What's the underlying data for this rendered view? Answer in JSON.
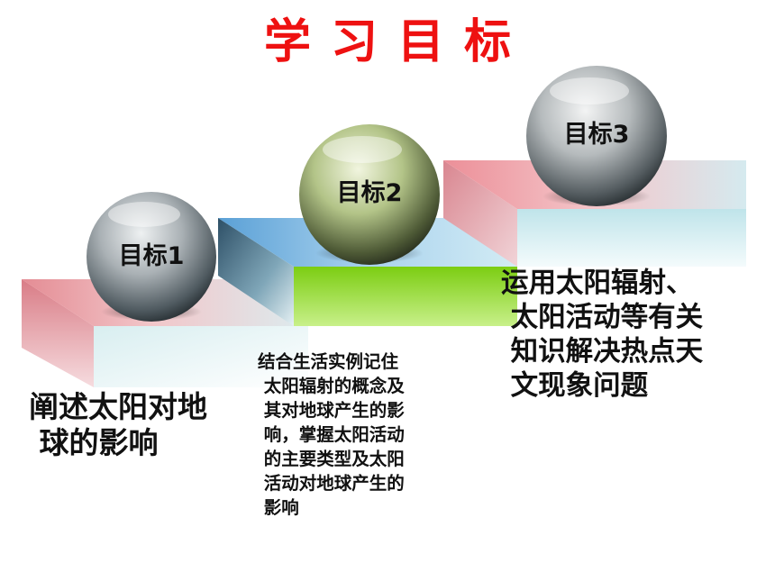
{
  "title": {
    "text": "学习目标",
    "color": "#ee1111"
  },
  "goals": [
    {
      "label": "目标1",
      "lines": [
        "阐述太阳对地",
        " 球的影响"
      ]
    },
    {
      "label": "目标2",
      "lines": [
        "结合生活实例记住",
        " 太阳辐射的概念及",
        " 其对地球产生的影",
        " 响，掌握太阳活动",
        " 的主要类型及太阳",
        " 活动对地球产生的",
        " 影响"
      ]
    },
    {
      "label": "目标3",
      "lines": [
        "运用太阳辐射、",
        " 太阳活动等有关",
        " 知识解决热点天",
        " 文现象问题"
      ]
    }
  ],
  "colors": {
    "step1": "#e59aa0",
    "step2": "#7fb6e0",
    "step2_side": "#88d41a",
    "step3": "#ec9aa0",
    "ball1": "#aab0b4",
    "ball2": "#b4c48a",
    "ball3": "#b8bcbe"
  }
}
